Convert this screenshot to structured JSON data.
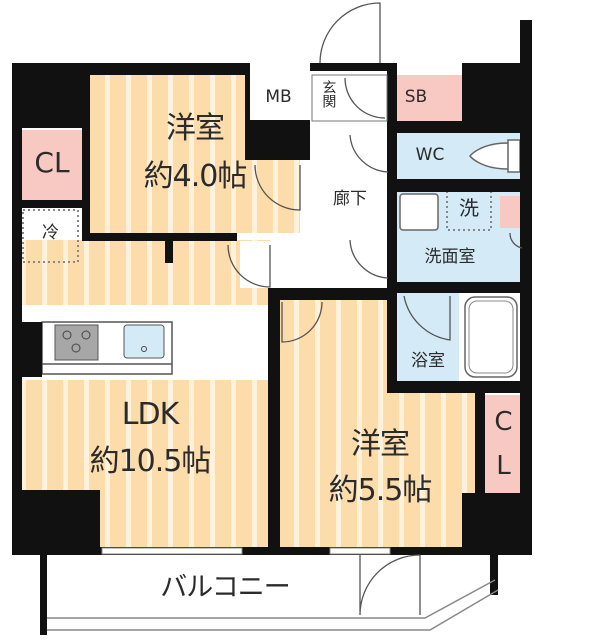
{
  "floor_plan": {
    "rooms": {
      "western_room_1": {
        "name": "洋室",
        "size": "約4.0帖"
      },
      "western_room_2": {
        "name": "洋室",
        "size": "約5.5帖"
      },
      "ldk": {
        "name": "LDK",
        "size": "約10.5帖"
      },
      "corridor": {
        "name": "廊下"
      },
      "entrance": {
        "name": "玄関"
      },
      "washroom": {
        "name": "洗面室"
      },
      "bathroom": {
        "name": "浴室"
      },
      "toilet": {
        "name": "WC"
      },
      "balcony": {
        "name": "バルコニー"
      }
    },
    "storage": {
      "closet_1": "CL",
      "closet_2_top": "C",
      "closet_2_bottom": "L",
      "meter_box": "MB",
      "shoe_box": "SB",
      "fridge": "冷",
      "washer": "洗"
    },
    "colors": {
      "wall": "#111111",
      "floor_wood": "#fbdcaa",
      "floor_stripe": "#fff3df",
      "wet_area": "#d4eaf6",
      "storage_pink": "#f8c9c2",
      "background": "#ffffff"
    }
  }
}
